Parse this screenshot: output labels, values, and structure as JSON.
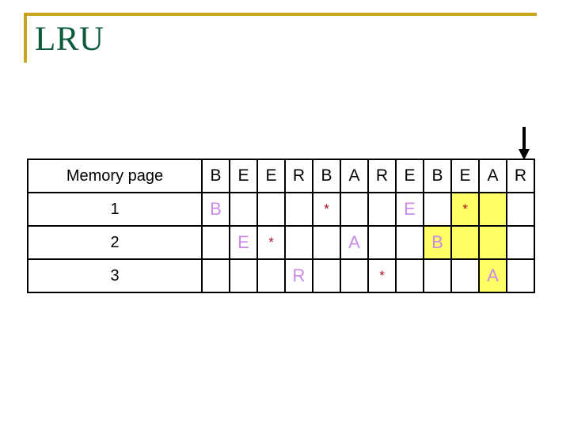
{
  "slide": {
    "title": "LRU",
    "accent_gold": "#c9a41e",
    "title_color": "#0b5a3b"
  },
  "arrow": {
    "name": "down-arrow",
    "points_to_column_index": 11
  },
  "table": {
    "header_label": "Memory page",
    "reference_string": [
      "B",
      "E",
      "E",
      "R",
      "B",
      "A",
      "R",
      "E",
      "B",
      "E",
      "A",
      "R"
    ],
    "row_labels": [
      "1",
      "2",
      "3"
    ],
    "colors": {
      "page_letter": "#cc8ae8",
      "star": "#a81428",
      "highlight": "#ffff66",
      "border": "#000000"
    },
    "rows": [
      {
        "label": "1",
        "cells": [
          {
            "text": "B",
            "highlight": false
          },
          {
            "text": "",
            "highlight": false
          },
          {
            "text": "",
            "highlight": false
          },
          {
            "text": "",
            "highlight": false
          },
          {
            "text": "*",
            "highlight": false
          },
          {
            "text": "",
            "highlight": false
          },
          {
            "text": "",
            "highlight": false
          },
          {
            "text": "E",
            "highlight": false
          },
          {
            "text": "",
            "highlight": false
          },
          {
            "text": "*",
            "highlight": true
          },
          {
            "text": "",
            "highlight": true
          },
          {
            "text": "",
            "highlight": false
          }
        ]
      },
      {
        "label": "2",
        "cells": [
          {
            "text": "",
            "highlight": false
          },
          {
            "text": "E",
            "highlight": false
          },
          {
            "text": "*",
            "highlight": false
          },
          {
            "text": "",
            "highlight": false
          },
          {
            "text": "",
            "highlight": false
          },
          {
            "text": "A",
            "highlight": false
          },
          {
            "text": "",
            "highlight": false
          },
          {
            "text": "",
            "highlight": false
          },
          {
            "text": "B",
            "highlight": true
          },
          {
            "text": "",
            "highlight": true
          },
          {
            "text": "",
            "highlight": true
          },
          {
            "text": "",
            "highlight": false
          }
        ]
      },
      {
        "label": "3",
        "cells": [
          {
            "text": "",
            "highlight": false
          },
          {
            "text": "",
            "highlight": false
          },
          {
            "text": "",
            "highlight": false
          },
          {
            "text": "R",
            "highlight": false
          },
          {
            "text": "",
            "highlight": false
          },
          {
            "text": "",
            "highlight": false
          },
          {
            "text": "*",
            "highlight": false
          },
          {
            "text": "",
            "highlight": false
          },
          {
            "text": "",
            "highlight": false
          },
          {
            "text": "",
            "highlight": false
          },
          {
            "text": "A",
            "highlight": true
          },
          {
            "text": "",
            "highlight": false
          }
        ]
      }
    ]
  }
}
